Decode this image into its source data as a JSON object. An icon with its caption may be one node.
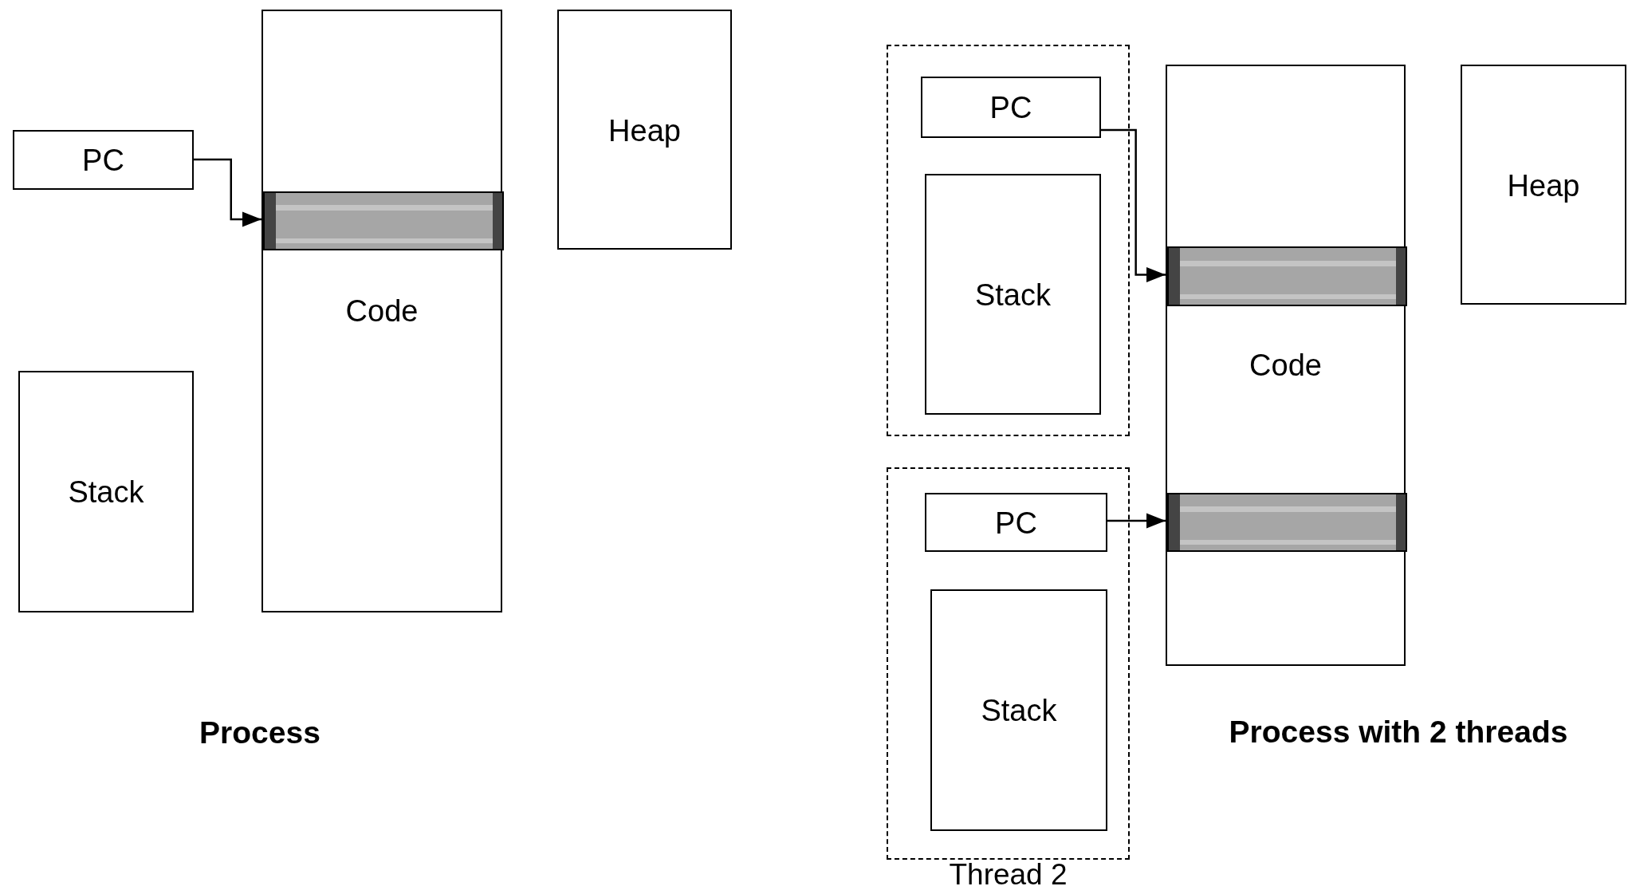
{
  "diagram": {
    "nodes": [
      {
        "text": [
          "PC"
        ]
      },
      {
        "text": [
          "Code"
        ]
      },
      {
        "text": [],
        "shape": "bar",
        "in": 1
      },
      {
        "text": [
          "Heap"
        ]
      },
      {
        "text": [
          "Stack"
        ]
      },
      {
        "text": [],
        "shape": "box"
      },
      {
        "text": [
          "PC"
        ],
        "in": 5
      },
      {
        "text": [
          "Stack"
        ],
        "in": 5
      },
      {
        "text": [
          "Code"
        ]
      },
      {
        "text": [],
        "shape": "bar",
        "in": 8
      },
      {
        "text": [],
        "shape": "bar",
        "in": 8
      },
      {
        "text": [
          "Heap"
        ]
      },
      {
        "text": [
          "Thread 2"
        ]
      },
      {
        "text": [
          "PC"
        ],
        "in": 12
      },
      {
        "text": [
          "Stack"
        ],
        "in": 12
      }
    ],
    "edges": [
      {
        "from": 0,
        "to": 2,
        "arrow": "to"
      },
      {
        "from": 6,
        "to": 9,
        "arrow": "to"
      },
      {
        "from": 13,
        "to": 10,
        "arrow": "to"
      }
    ],
    "labels": [
      "Process",
      "Process with 2 threads"
    ]
  }
}
